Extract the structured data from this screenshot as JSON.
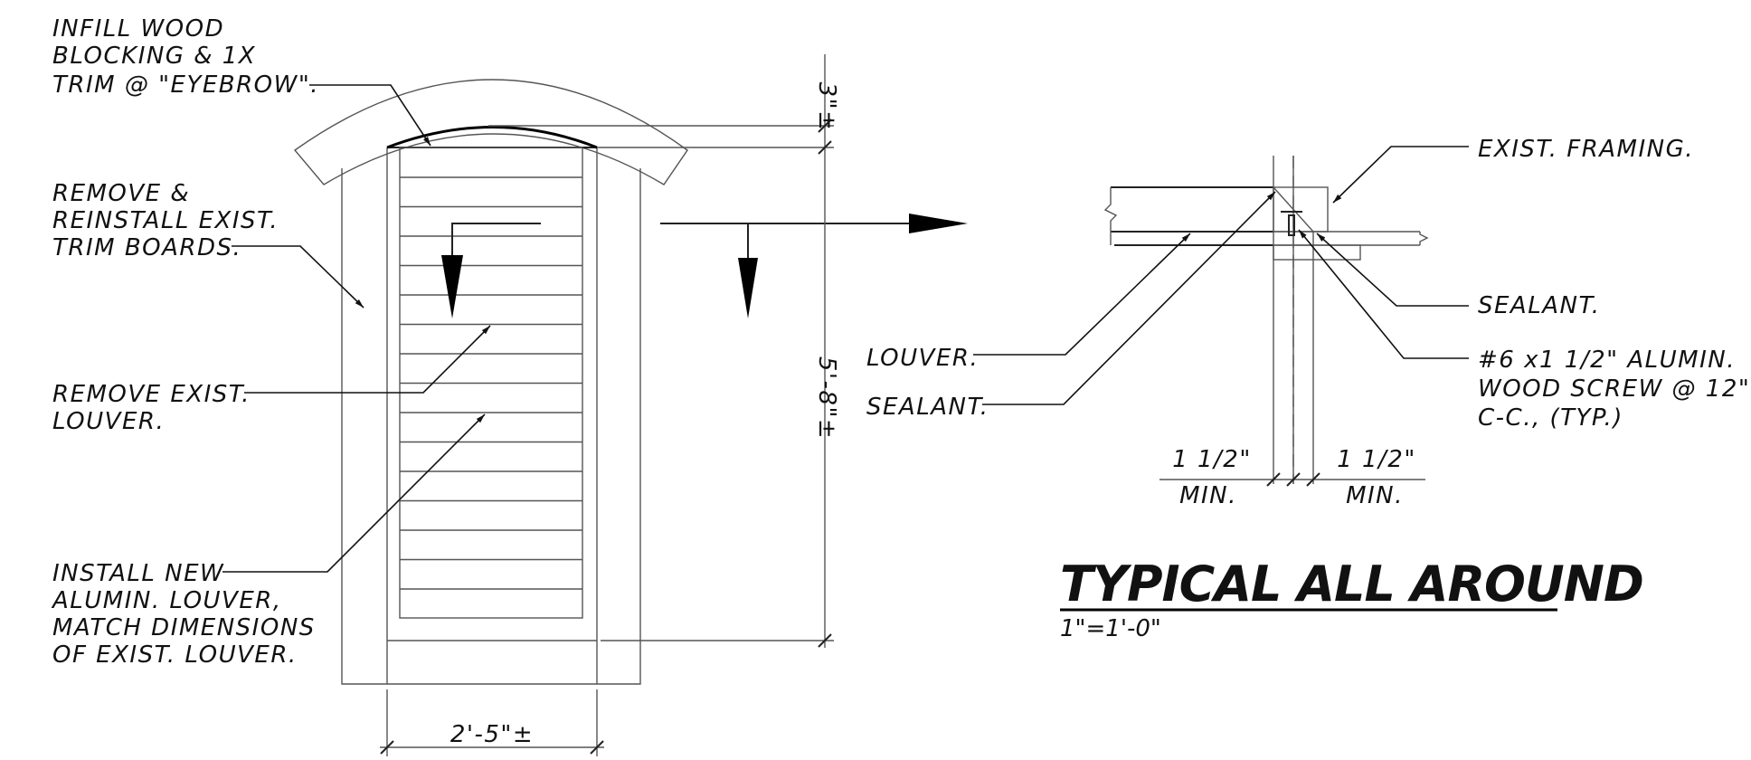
{
  "notes": {
    "infill": [
      "INFILL WOOD",
      "BLOCKING & 1X",
      "TRIM @ \"EYEBROW\"."
    ],
    "remove_trim": [
      "REMOVE &",
      "REINSTALL EXIST.",
      "TRIM BOARDS."
    ],
    "remove_louver": [
      "REMOVE EXIST.",
      "LOUVER."
    ],
    "install_louver": [
      "INSTALL NEW",
      "ALUMIN. LOUVER,",
      "MATCH DIMENSIONS",
      "OF EXIST. LOUVER."
    ],
    "exist_framing": "EXIST. FRAMING.",
    "sealant_right": "SEALANT.",
    "screw": [
      "#6 x1 1/2\" ALUMIN.",
      "WOOD SCREW @ 12\"",
      "C-C., (TYP.)"
    ],
    "louver_left": "LOUVER.",
    "sealant_left": "SEALANT."
  },
  "dimensions": {
    "top_offset": "3\"±",
    "height": "5'-8\"±",
    "width": "2'-5\"±",
    "left_top": "1 1/2\"",
    "left_bottom": "MIN.",
    "right_top": "1 1/2\"",
    "right_bottom": "MIN."
  },
  "detail": {
    "title": "TYPICAL ALL AROUND",
    "scale": "1\"=1'-0\""
  }
}
